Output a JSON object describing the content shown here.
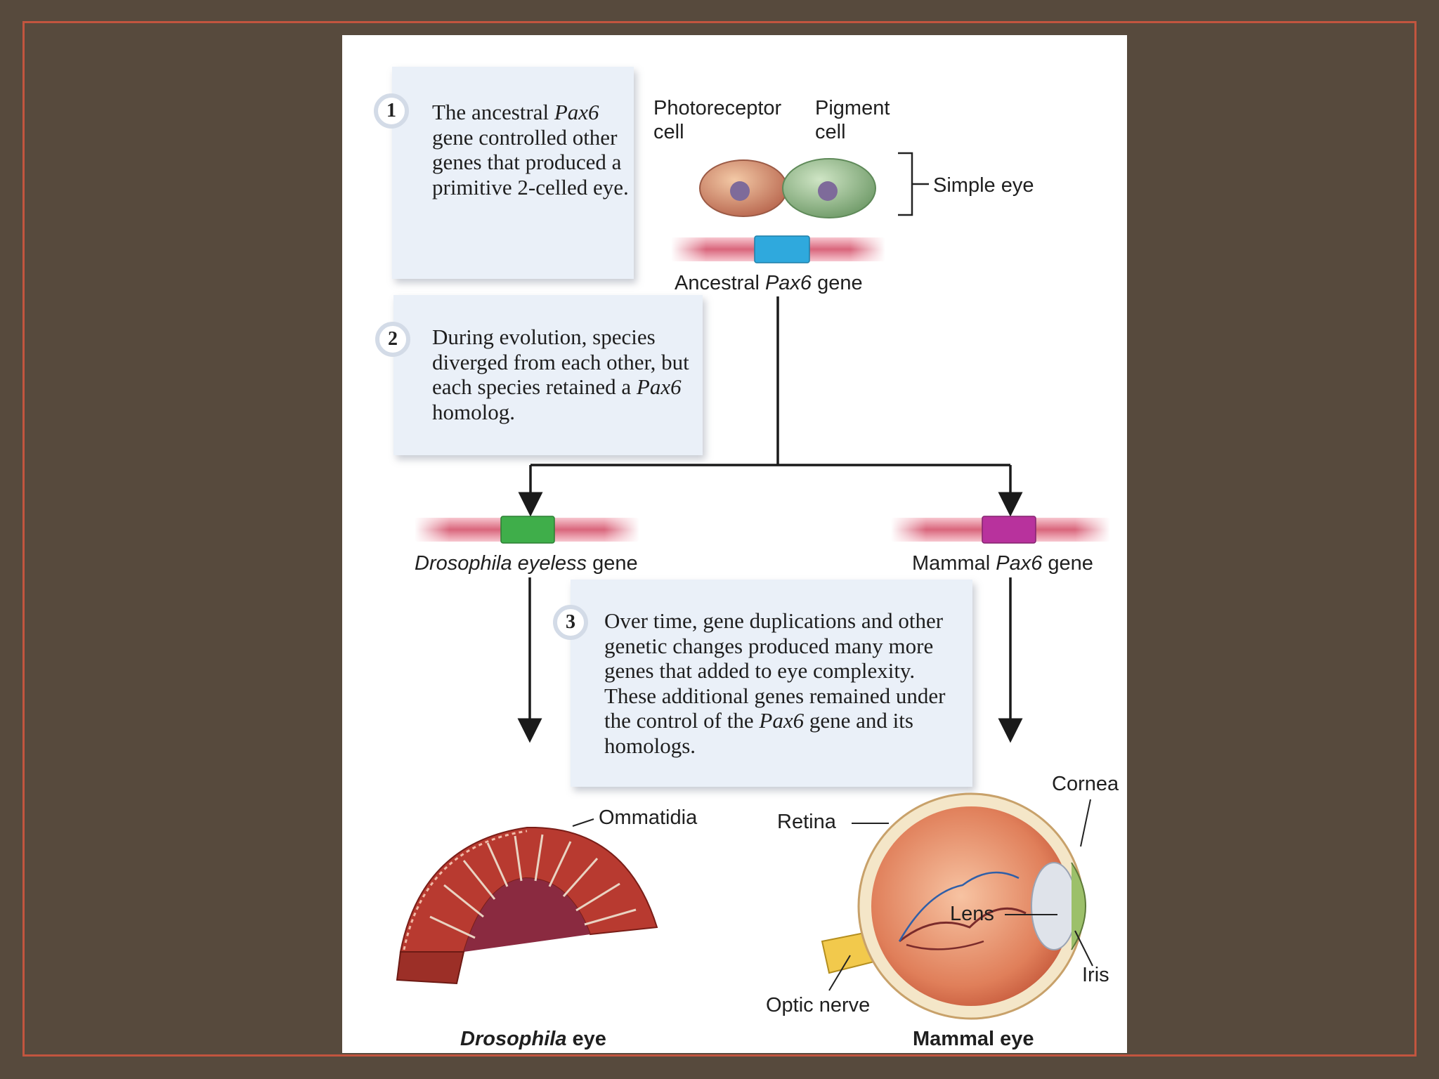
{
  "steps": [
    {
      "number": "1",
      "lines": [
        "The ancestral ",
        "Pax6",
        " gene controlled other genes that produced a primitive 2-celled eye."
      ]
    },
    {
      "number": "2",
      "lines": [
        "During evolution, species diverged from each other, but each species retained a ",
        "Pax6",
        " homolog."
      ]
    },
    {
      "number": "3",
      "lines": [
        "Over time, gene duplications and other genetic changes produced many more genes that added to eye complexity. These additional genes remained under the control of the ",
        "Pax6",
        " gene and its homologs."
      ]
    }
  ],
  "labels": {
    "photoreceptor": "Photoreceptor cell",
    "pigment": "Pigment cell",
    "simple_eye": "Simple eye",
    "ancestral_gene_pre": "Ancestral ",
    "ancestral_gene_name": "Pax6",
    "ancestral_gene_post": " gene",
    "drosophila_gene_name": "Drosophila eyeless",
    "drosophila_gene_post": " gene",
    "mammal_gene_pre": "Mammal ",
    "mammal_gene_name": "Pax6",
    "mammal_gene_post": " gene",
    "ommatidia": "Ommatidia",
    "retina": "Retina",
    "cornea": "Cornea",
    "lens": "Lens",
    "iris": "Iris",
    "optic_nerve": "Optic nerve",
    "drosophila_eye_name": "Drosophila",
    "drosophila_eye_post": " eye",
    "mammal_eye": "Mammal eye"
  },
  "colors": {
    "background": "#574a3d",
    "frame": "#c2553f",
    "gene_band": "#e38a9a",
    "ancestral_segment": "#2fa9dd",
    "drosophila_segment": "#3fae4a",
    "mammal_segment": "#b8329d"
  }
}
